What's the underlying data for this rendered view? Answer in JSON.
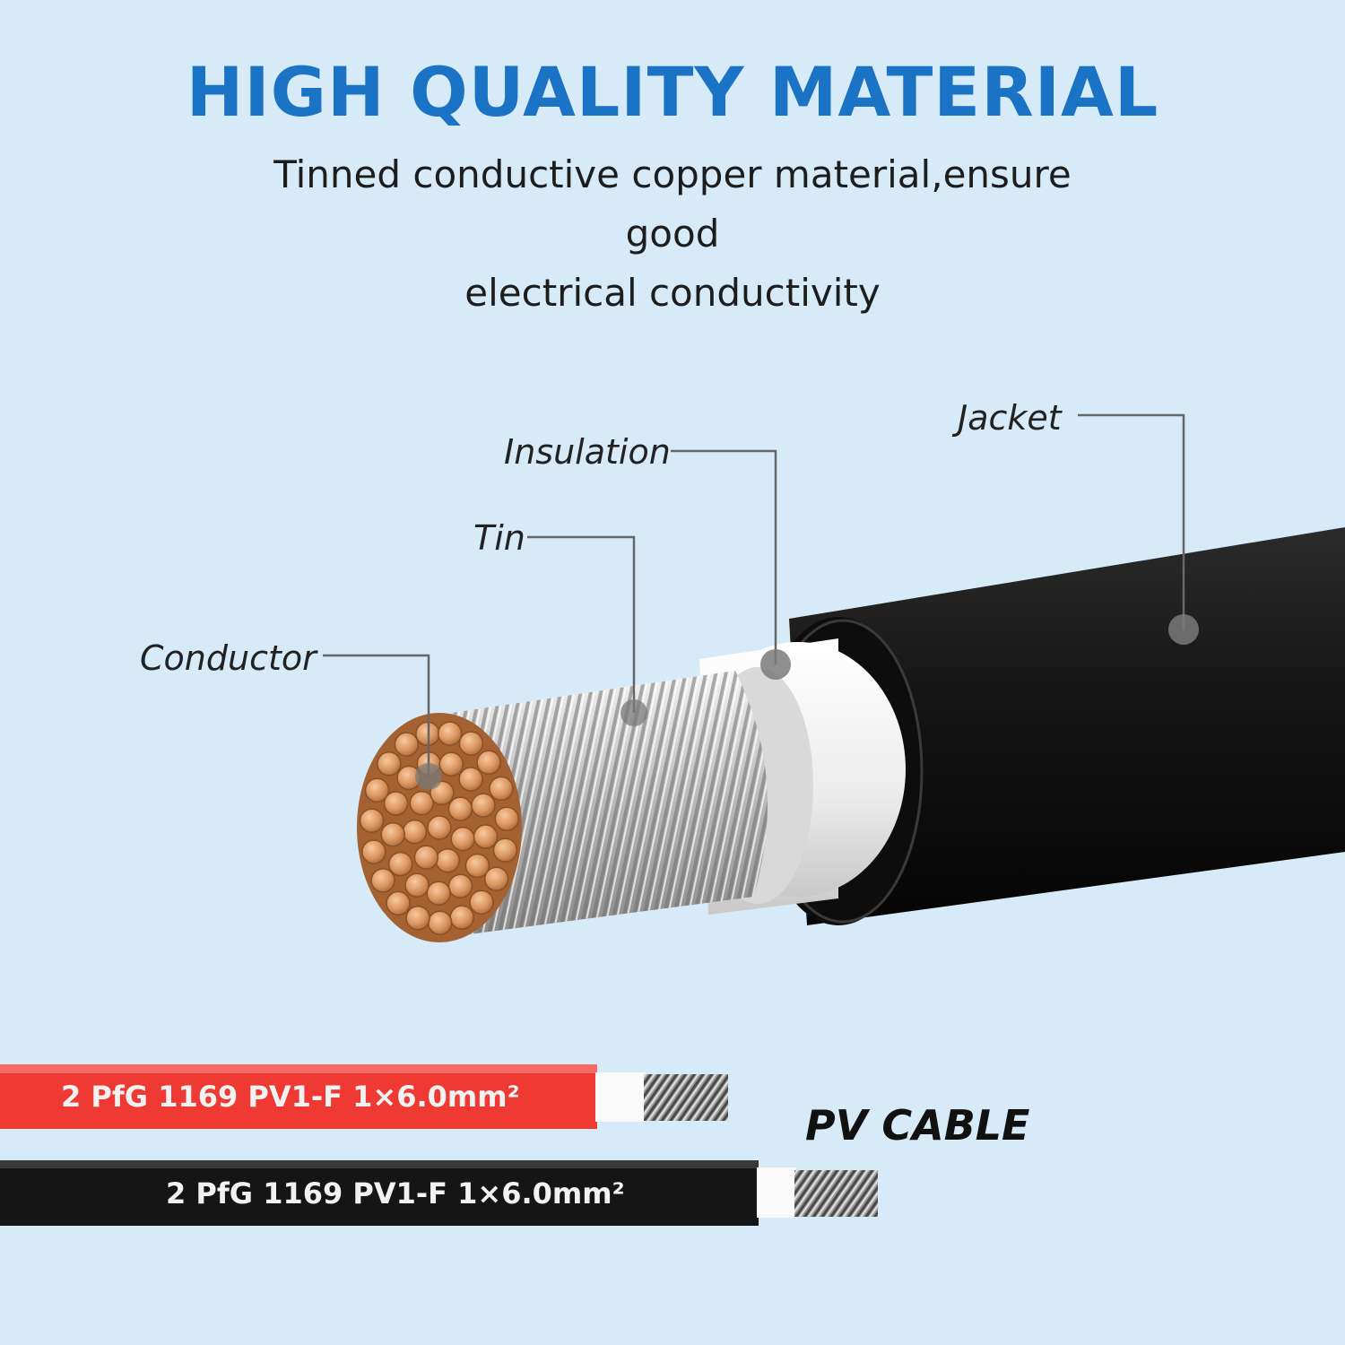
{
  "header": {
    "title": "HIGH QUALITY MATERIAL",
    "subtitle_line1": "Tinned conductive copper material,ensure good",
    "subtitle_line2": "electrical conductivity"
  },
  "diagram": {
    "labels": {
      "conductor": "Conductor",
      "tin": "Tin",
      "insulation": "Insulation",
      "jacket": "Jacket"
    }
  },
  "cables": {
    "title": "PV CABLE",
    "red_print": "2 PfG 1169 PV1-F 1×6.0mm²",
    "black_print": "2 PfG 1169 PV1-F 1×6.0mm²"
  },
  "colors": {
    "background": "#d6eaf8",
    "headline": "#1a73c4",
    "jacket": "#111111",
    "insulation": "#eeeeee",
    "copper": "#d9955f",
    "red_cable": "#ee3a33"
  }
}
